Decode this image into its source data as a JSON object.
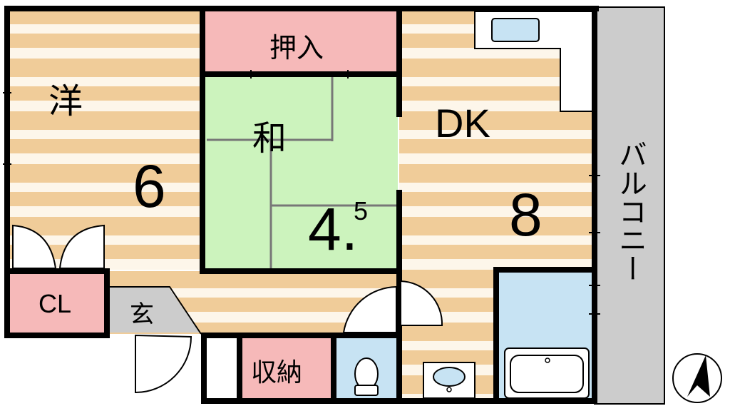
{
  "rooms": {
    "western": {
      "kanji": "洋",
      "size": "6"
    },
    "japanese": {
      "kanji": "和",
      "size_main": "4.",
      "size_sup": "5"
    },
    "oshiire": "押入",
    "dk": {
      "label": "DK",
      "size": "8"
    },
    "closet": "CL",
    "entrance": "玄",
    "storage": "収納",
    "balcony": "バルコニー"
  },
  "colors": {
    "wood_stripe": "#f0cc99",
    "wood_base": "#fdf6ea",
    "tatami": "#ccf3bd",
    "pink": "#f6b9b9",
    "blue": "#c7e3f3",
    "gray": "#cccccc",
    "wall": "#000000"
  },
  "icons": [
    "north-arrow-icon",
    "door-swing-icon",
    "toilet-icon",
    "bathtub-icon",
    "kitchen-sink-icon",
    "washbasin-icon"
  ]
}
